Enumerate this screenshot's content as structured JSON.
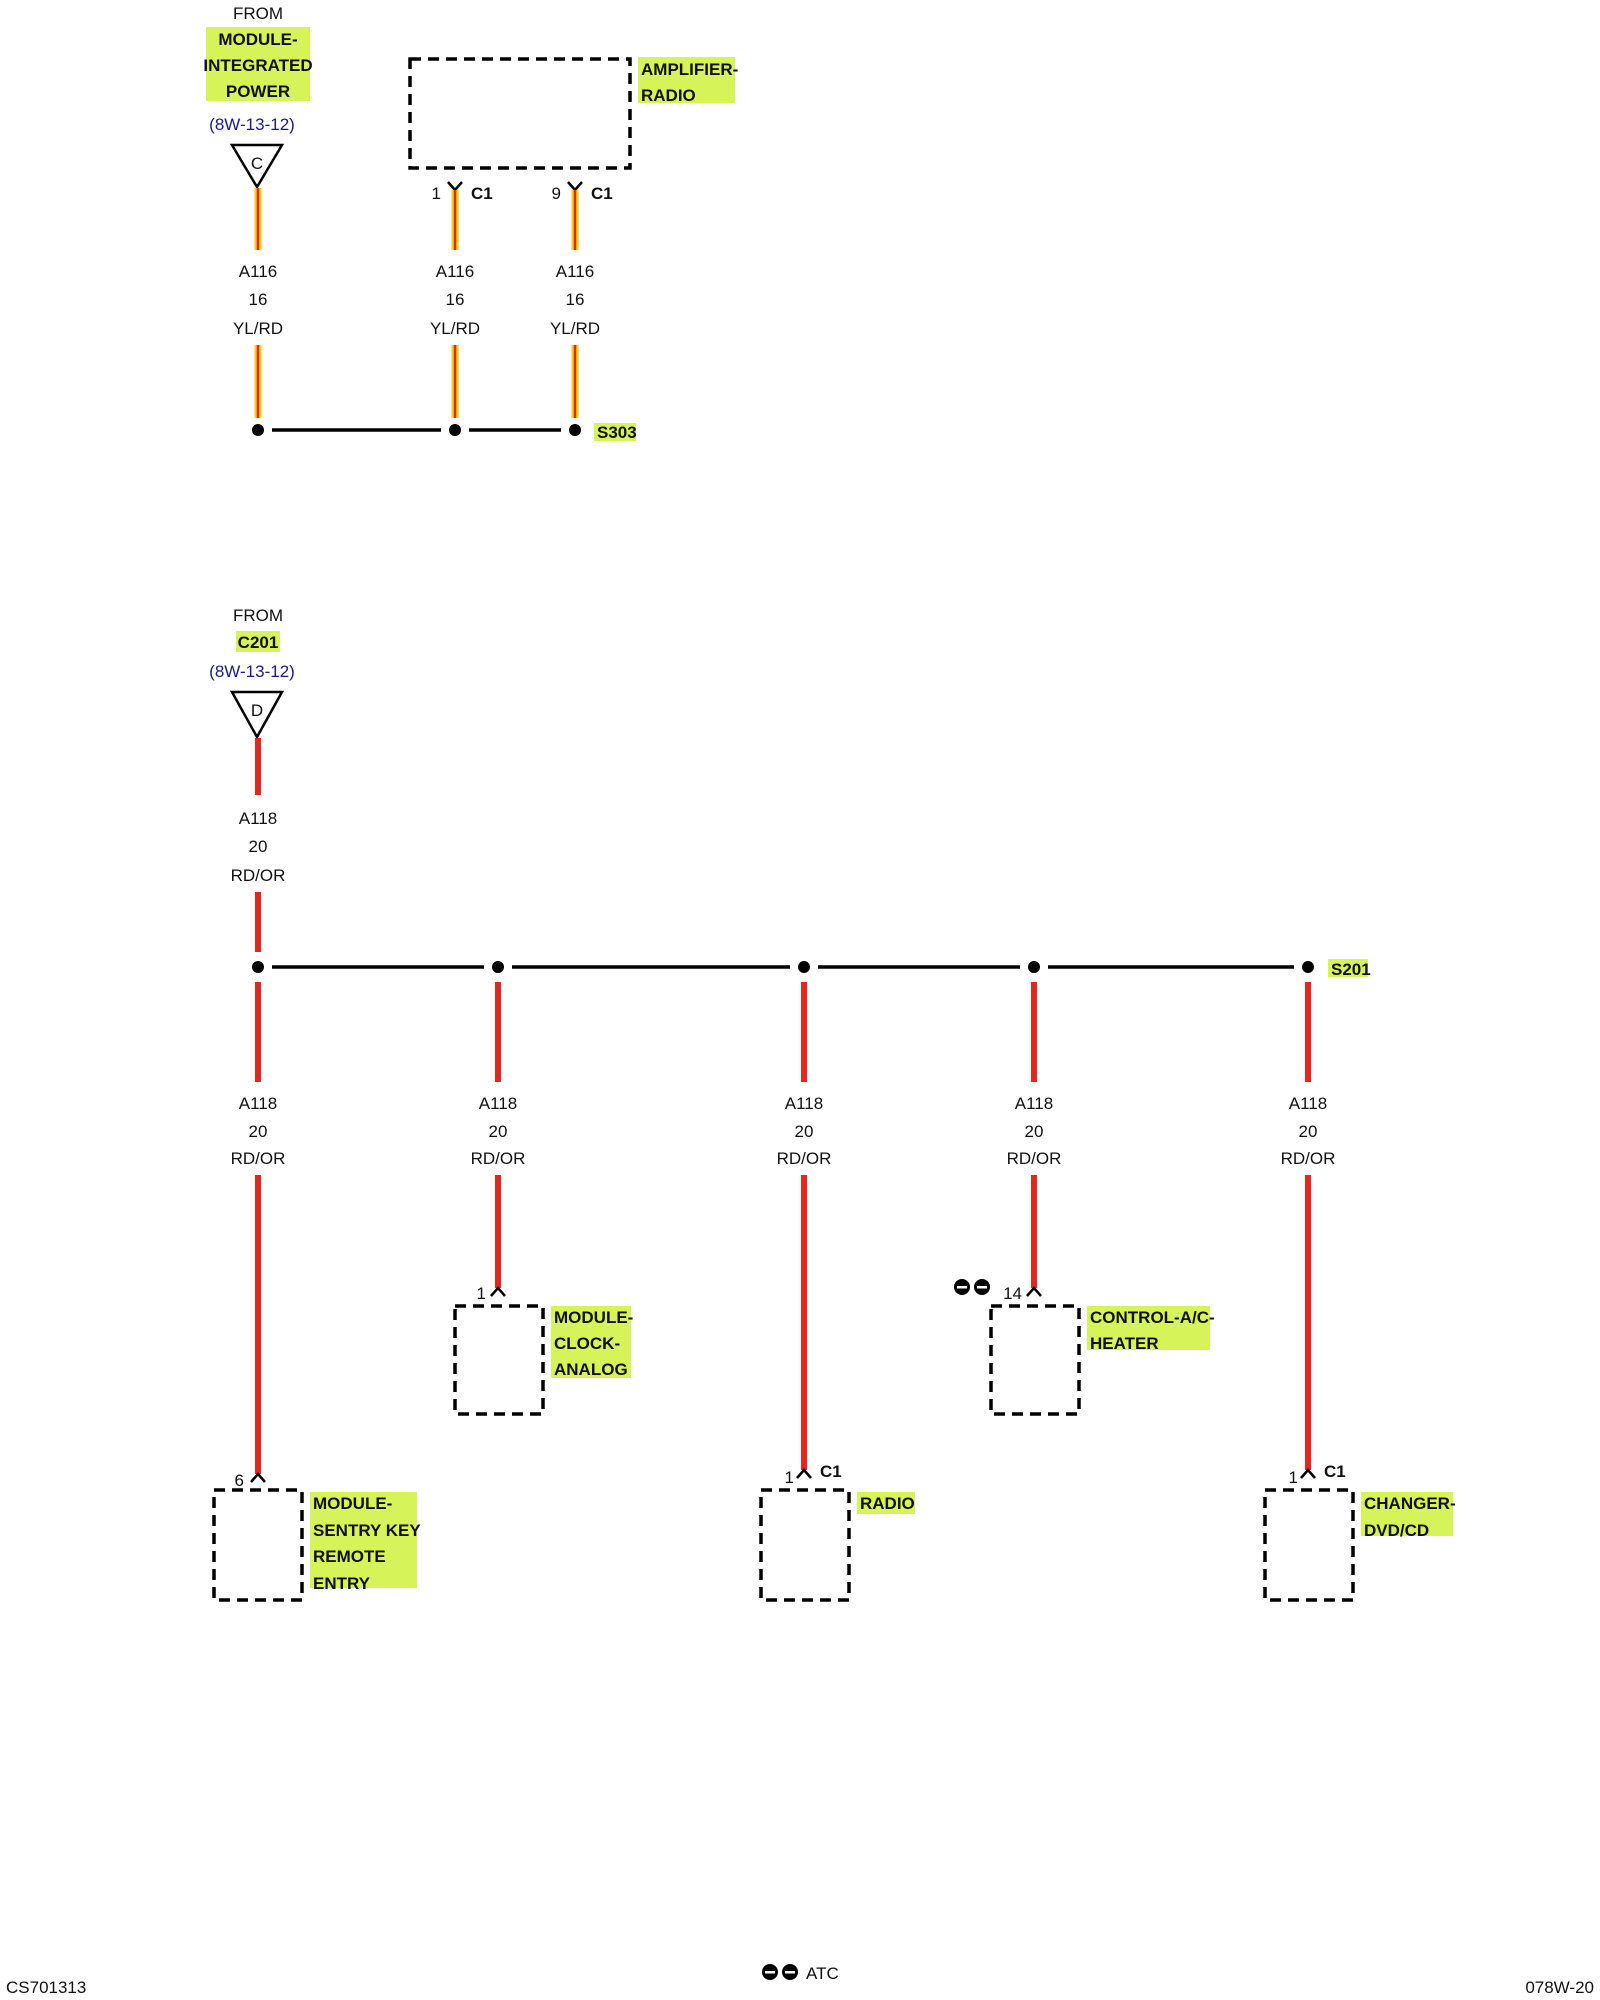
{
  "top_circuit": {
    "from_label": "FROM",
    "source_lines": [
      "MODULE-",
      "INTEGRATED",
      "POWER"
    ],
    "source_ref": "(8W-13-12)",
    "connector_letter": "C",
    "amplifier_lines": [
      "AMPLIFIER-",
      "RADIO"
    ],
    "pins": [
      {
        "pin": "1",
        "connector": "C1"
      },
      {
        "pin": "9",
        "connector": "C1"
      }
    ],
    "wire": {
      "circuit": "A116",
      "gauge": "16",
      "color": "YL/RD"
    },
    "splice": "S303"
  },
  "bottom_circuit": {
    "from_label": "FROM",
    "source_lines": [
      "C201"
    ],
    "source_ref": "(8W-13-12)",
    "connector_letter": "D",
    "wire": {
      "circuit": "A118",
      "gauge": "20",
      "color": "RD/OR"
    },
    "splice": "S201",
    "components": [
      {
        "pin": "6",
        "connector": "",
        "lines": [
          "MODULE-",
          "SENTRY KEY",
          "REMOTE",
          "ENTRY"
        ]
      },
      {
        "pin": "1",
        "connector": "",
        "lines": [
          "MODULE-",
          "CLOCK-",
          "ANALOG"
        ]
      },
      {
        "pin": "1",
        "connector": "C1",
        "lines": [
          "RADIO"
        ]
      },
      {
        "pin": "14",
        "connector": "",
        "lines": [
          "CONTROL-A/C-",
          "HEATER"
        ]
      },
      {
        "pin": "1",
        "connector": "C1",
        "lines": [
          "CHANGER-",
          "DVD/CD"
        ]
      }
    ]
  },
  "footer": {
    "left_code": "CS701313",
    "legend_label": "ATC",
    "page_code": "078W-20"
  },
  "colors": {
    "yellow_wire": "#f2d21a",
    "red_wire": "#e8241e",
    "label_highlight": "#d7f35a",
    "reference_text": "#1a1a8c"
  }
}
